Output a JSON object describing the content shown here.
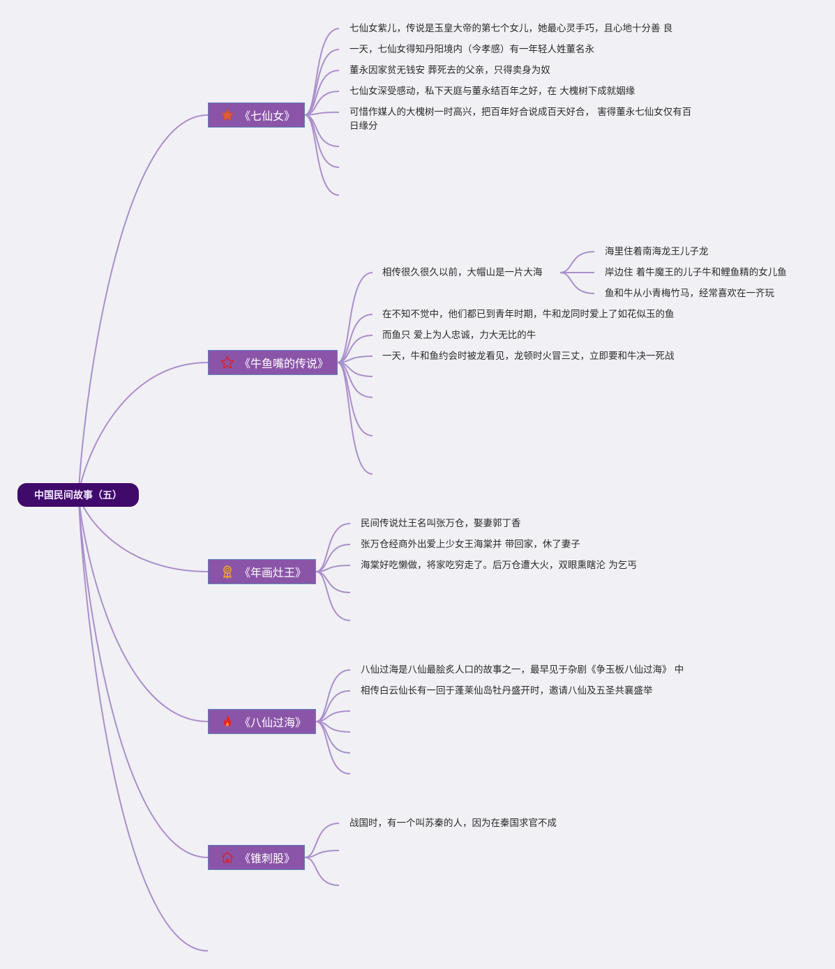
{
  "root": {
    "label": "中国民间故事（五）"
  },
  "topics": [
    {
      "label": "《七仙女》",
      "icon": "star-filled-icon",
      "children": [
        "七仙女紫儿，传说是玉皇大帝的第七个女儿，她最心灵手巧，且心地十分善 良",
        "一天，七仙女得知丹阳境内（今孝感）有一年轻人姓董名永",
        "董永因家贫无钱安 葬死去的父亲，只得卖身为奴",
        "七仙女深受感动，私下天庭与董永结百年之好，在 大槐树下成就姻缘",
        "可惜作媒人的大槐树一时高兴，把百年好合说成百天好合， 害得董永七仙女仅有百日缘分"
      ]
    },
    {
      "label": "《牛鱼嘴的传说》",
      "icon": "star-outline-icon",
      "children": [
        "相传很久很久以前，大帽山是一片大海",
        "在不知不觉中，他们都已到青年时期，牛和龙同时爱上了如花似玉的鱼",
        "而鱼只 爱上为人忠诚，力大无比的牛",
        "一天，牛和鱼约会时被龙看见，龙顿时火冒三丈，立即要和牛决一死战"
      ],
      "subchildren": [
        "海里住着南海龙王儿子龙",
        "岸边住 着牛魔王的儿子牛和鲤鱼精的女儿鱼",
        "鱼和牛从小青梅竹马，经常喜欢在一齐玩"
      ]
    },
    {
      "label": "《年画灶王》",
      "icon": "award-ribbon-icon",
      "children": [
        "民间传说灶王名叫张万仓，娶妻郭丁香",
        "张万仓经商外出爱上少女王海棠并 带回家，休了妻子",
        "海棠好吃懒做，将家吃穷走了。后万仓遭大火，双眼熏瞎沦 为乞丐"
      ]
    },
    {
      "label": "《八仙过海》",
      "icon": "fire-icon",
      "children": [
        "八仙过海是八仙最脍炙人口的故事之一，最早见于杂剧《争玉板八仙过海》 中",
        "相传白云仙长有一回于蓬莱仙岛牡丹盛开时，邀请八仙及五圣共襄盛举"
      ]
    },
    {
      "label": "《锥刺股》",
      "icon": "house-icon",
      "children": [
        "战国时，有一个叫苏秦的人，因为在秦国求官不成"
      ]
    }
  ],
  "colors": {
    "background": "#f1f0f4",
    "root_fill": "#400a6b",
    "topic_fill": "#8a55a8",
    "topic_border": "#5d86b3",
    "connector": "#a98fcb"
  }
}
